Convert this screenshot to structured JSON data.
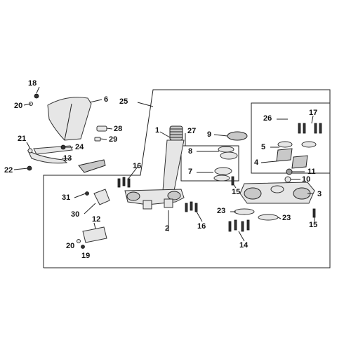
{
  "diagram": {
    "labels": {
      "l1": "1",
      "l2": "2",
      "l3": "3",
      "l4": "4",
      "l5": "5",
      "l6": "6",
      "l7": "7",
      "l8": "8",
      "l9": "9",
      "l10": "10",
      "l11": "11",
      "l12": "12",
      "l13": "13",
      "l14": "14",
      "l15a": "15",
      "l15b": "15",
      "l16a": "16",
      "l16b": "16",
      "l17": "17",
      "l18": "18",
      "l19": "19",
      "l20a": "20",
      "l20b": "20",
      "l21": "21",
      "l22": "22",
      "l23a": "23",
      "l23b": "23",
      "l24": "24",
      "l25": "25",
      "l26": "26",
      "l27": "27",
      "l28": "28",
      "l29": "29",
      "l30": "30",
      "l31": "31"
    }
  }
}
